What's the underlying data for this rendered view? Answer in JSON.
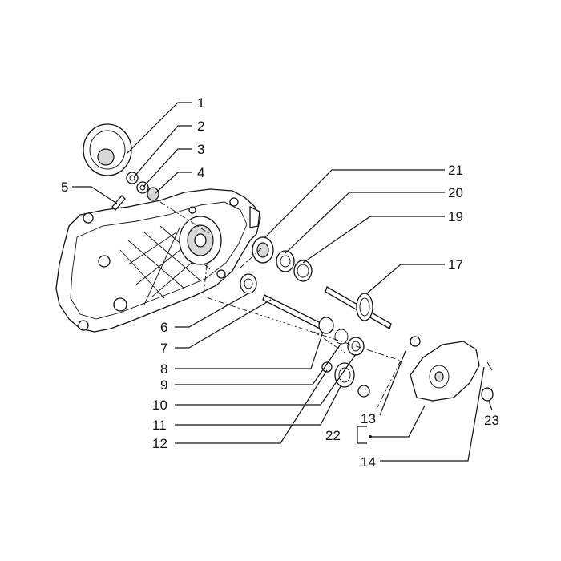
{
  "labels": {
    "p1": "1",
    "p2": "2",
    "p3": "3",
    "p4": "4",
    "p5": "5",
    "p6": "6",
    "p7": "7",
    "p8": "8",
    "p9": "9",
    "p10": "10",
    "p11": "11",
    "p12": "12",
    "p13": "13",
    "p14": "14",
    "p17": "17",
    "p19": "19",
    "p20": "20",
    "p21": "21",
    "p22": "22",
    "p23": "23"
  }
}
